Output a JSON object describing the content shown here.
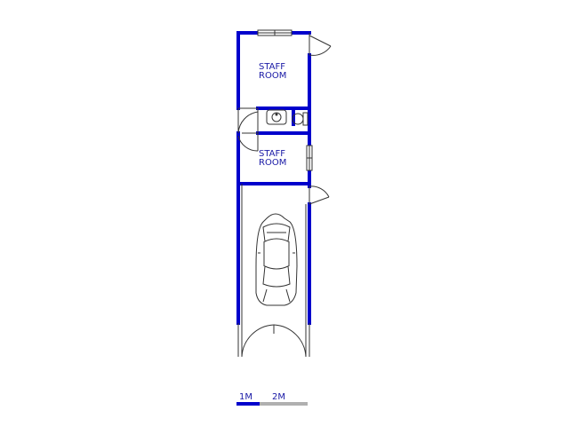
{
  "rooms": [
    {
      "label_line1": "STAFF",
      "label_line2": "ROOM"
    },
    {
      "label_line1": "STAFF",
      "label_line2": "ROOM"
    }
  ],
  "scale_bar": {
    "label_1": "1M",
    "label_2": "2M"
  },
  "colors": {
    "wall": "#0000cc",
    "line": "#333333",
    "label": "#1a1aa6",
    "scale_grey": "#b0b0b0"
  }
}
